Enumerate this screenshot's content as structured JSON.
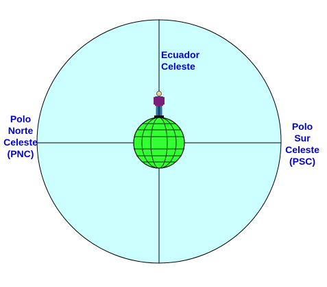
{
  "colors": {
    "celestial_sphere_fill": "#ccffff",
    "outline": "#000000",
    "earth_fill": "#33ff33",
    "earth_grid": "#003300",
    "label_text": "#0000cc",
    "person_shirt": "#7a1e7a",
    "person_pants": "#2f6f9f",
    "person_skin": "#f2c9a0"
  },
  "labels": {
    "celestial_equator": [
      "Ecuador",
      "Celeste"
    ],
    "north_celestial_pole": [
      "Polo",
      "Norte",
      "Celeste",
      "(PNC)"
    ],
    "south_celestial_pole": [
      "Polo",
      "Sur",
      "Celeste",
      "(PSC)"
    ]
  },
  "icons": {
    "earth": "earth-globe-icon",
    "observer": "person-icon"
  }
}
